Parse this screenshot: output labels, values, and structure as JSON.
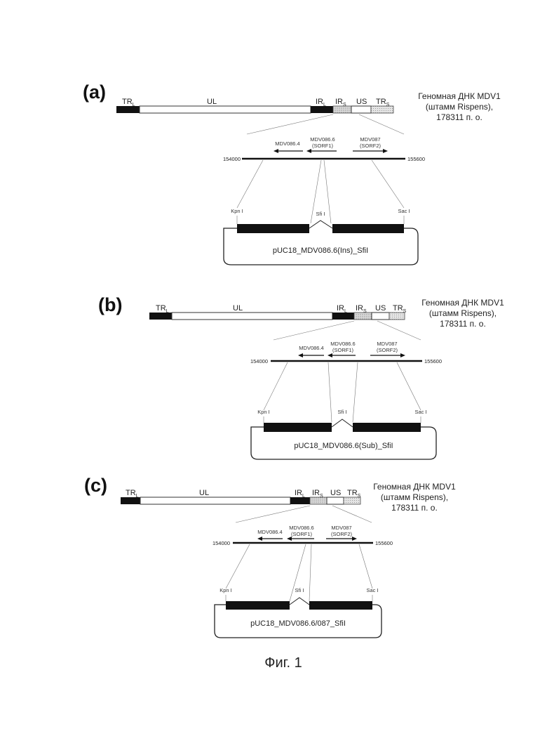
{
  "panels": [
    {
      "label": "(a)",
      "genome": {
        "segments": [
          "TR",
          "UL",
          "IR",
          "IR",
          "US",
          "TR"
        ],
        "subscripts": [
          "L",
          "",
          "L",
          "S",
          "",
          "S"
        ],
        "note_lines": [
          "Геномная ДНК MDV1",
          "(штамм Rispens),",
          "178311 п. о."
        ]
      },
      "region": {
        "start": "154000",
        "end": "155600",
        "genes": [
          {
            "name": "MDV086.4",
            "sub": ""
          },
          {
            "name": "MDV086.6",
            "sub": "(SORF1)"
          },
          {
            "name": "MDV087",
            "sub": "(SORF2)"
          }
        ]
      },
      "sites": [
        "Kpn I",
        "Sfi I",
        "Sac I"
      ],
      "plasmid": "pUC18_MDV086.6(Ins)_SfiI"
    },
    {
      "label": "(b)",
      "genome": {
        "segments": [
          "TR",
          "UL",
          "IR",
          "IR",
          "US",
          "TR"
        ],
        "subscripts": [
          "L",
          "",
          "L",
          "S",
          "",
          "S"
        ],
        "note_lines": [
          "Геномная ДНК MDV1",
          "(штамм Rispens),",
          "178311 п. о."
        ]
      },
      "region": {
        "start": "154000",
        "end": "155600",
        "genes": [
          {
            "name": "MDV086.4",
            "sub": ""
          },
          {
            "name": "MDV086.6",
            "sub": "(SORF1)"
          },
          {
            "name": "MDV087",
            "sub": "(SORF2)"
          }
        ]
      },
      "sites": [
        "Kpn I",
        "Sfi I",
        "Sac I"
      ],
      "plasmid": "pUC18_MDV086.6(Sub)_SfiI"
    },
    {
      "label": "(c)",
      "genome": {
        "segments": [
          "TR",
          "UL",
          "IR",
          "IR",
          "US",
          "TR"
        ],
        "subscripts": [
          "L",
          "",
          "L",
          "S",
          "",
          "S"
        ],
        "note_lines": [
          "Геномная ДНК MDV1",
          "(штамм Rispens),",
          "178311 п. о."
        ]
      },
      "region": {
        "start": "154000",
        "end": "155600",
        "genes": [
          {
            "name": "MDV086.4",
            "sub": ""
          },
          {
            "name": "MDV086.6",
            "sub": "(SORF1)"
          },
          {
            "name": "MDV087",
            "sub": "(SORF2)"
          }
        ]
      },
      "sites": [
        "Kpn I",
        "Sfi I",
        "Sac I"
      ],
      "plasmid": "pUC18_MDV086.6/087_SfiI"
    }
  ],
  "caption": "Фиг. 1"
}
